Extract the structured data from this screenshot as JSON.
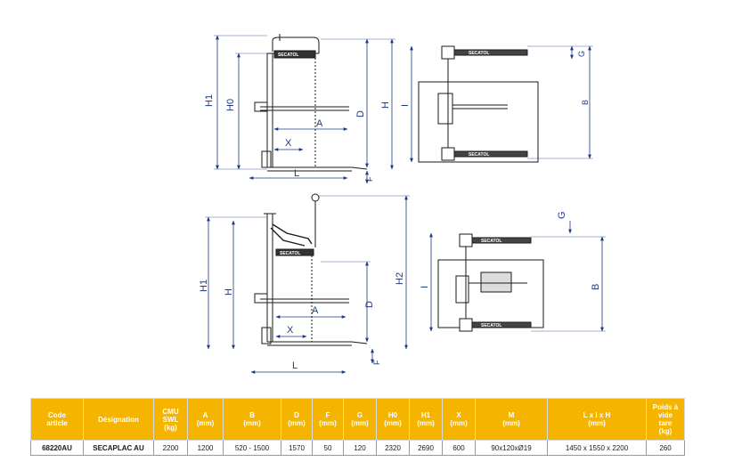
{
  "drawing_labels": {
    "top_side": {
      "H1": "H1",
      "H0": "H0",
      "D": "D",
      "H": "H",
      "A": "A",
      "X": "X",
      "L": "L",
      "F": "F",
      "brand": "SECATOL"
    },
    "top_plan": {
      "I": "I",
      "B": "B",
      "G": "G",
      "brand": "SECATOL"
    },
    "bottom_side": {
      "H1": "H1",
      "H": "H",
      "D": "D",
      "H2": "H2",
      "A": "A",
      "X": "X",
      "L": "L",
      "F": "F",
      "brand": "SECATOL"
    },
    "bottom_plan": {
      "I": "I",
      "B": "B",
      "G": "G",
      "brand": "SECATOL"
    }
  },
  "table": {
    "headers": [
      [
        "Code",
        "article"
      ],
      [
        "Désignation"
      ],
      [
        "CMU",
        "SWL",
        "(kg)"
      ],
      [
        "A",
        "(mm)"
      ],
      [
        "B",
        "(mm)"
      ],
      [
        "D",
        "(mm)"
      ],
      [
        "F",
        "(mm)"
      ],
      [
        "G",
        "(mm)"
      ],
      [
        "H0",
        "(mm)"
      ],
      [
        "H1",
        "(mm)"
      ],
      [
        "X",
        "(mm)"
      ],
      [
        "M",
        "(mm)"
      ],
      [
        "L x l x H",
        "(mm)"
      ],
      [
        "Poids à",
        "vide",
        "tare",
        "(kg)"
      ]
    ],
    "row": [
      "68220AU",
      "SECAPLAC AU",
      "2200",
      "1200",
      "520 - 1500",
      "1570",
      "50",
      "120",
      "2320",
      "2690",
      "600",
      "90x120xØ19",
      "1450 x 1550 x 2200",
      "260"
    ]
  },
  "colors": {
    "header_bg": "#f5b400",
    "line": "#1a1a1a",
    "dimension": "#1d3a8a"
  }
}
